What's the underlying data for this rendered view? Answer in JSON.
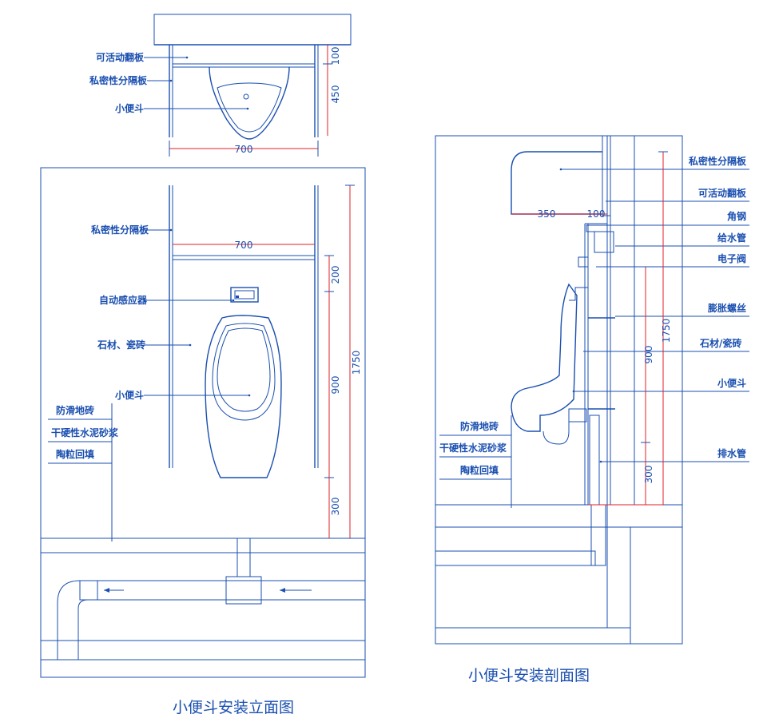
{
  "plan": {
    "labels": [
      "可活动翻板",
      "私密性分隔板",
      "小便斗"
    ],
    "dims": {
      "width": "700",
      "d100": "100",
      "d450": "450"
    }
  },
  "elevation": {
    "title": "小便斗安装立面图",
    "labels": [
      "私密性分隔板",
      "自动感应器",
      "石材、瓷砖",
      "小便斗"
    ],
    "floor_labels": [
      "防滑地砖",
      "干硬性水泥砂浆",
      "陶粒回填"
    ],
    "dims": {
      "width": "700",
      "d200": "200",
      "d900": "900",
      "d1750": "1750",
      "d300": "300"
    }
  },
  "section": {
    "title": "小便斗安装剖面图",
    "labels": [
      "私密性分隔板",
      "可活动翻板",
      "角钢",
      "给水管",
      "电子阀",
      "膨胀螺丝",
      "石材/瓷砖",
      "小便斗",
      "排水管"
    ],
    "floor_labels": [
      "防滑地砖",
      "干硬性水泥砂浆",
      "陶粒回填"
    ],
    "dims": {
      "d350": "350",
      "d100": "100",
      "d1750": "1750",
      "d900": "900",
      "d300": "300"
    }
  },
  "colors": {
    "line": "#1a4fb0",
    "dimension": "#e0202a",
    "background": "#ffffff"
  }
}
